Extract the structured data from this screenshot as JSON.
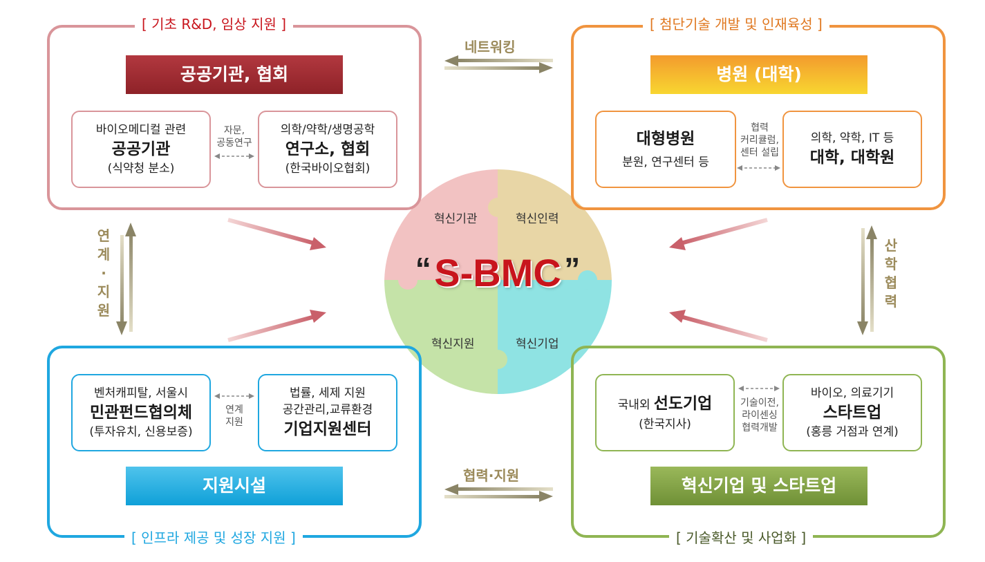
{
  "center": {
    "title": "S-BMC",
    "open_quote": "“",
    "close_quote": "”",
    "quadrants": [
      "혁신기관",
      "혁신인력",
      "혁신지원",
      "혁신기업"
    ],
    "colors": [
      "#f2c2c2",
      "#e8d6a6",
      "#c5e3a8",
      "#8fe3e3"
    ]
  },
  "panels": {
    "top_left": {
      "title": "[  기초 R&D, 임상 지원  ]",
      "header": "공공기관, 협회",
      "card1": {
        "line1": "바이오메디컬 관련",
        "bold": "공공기관",
        "line2": "(식약청 분소)"
      },
      "link": [
        "자문,",
        "공동연구"
      ],
      "card2": {
        "line1": "의학/약학/생명공학",
        "bold": "연구소, 협회",
        "line2": "(한국바이오협회)"
      },
      "color": "#d9959a"
    },
    "top_right": {
      "title": "[  첨단기술 개발 및 인재육성  ]",
      "header": "병원 (대학)",
      "card1": {
        "bold": "대형병원",
        "line2": "분원, 연구센터 등"
      },
      "link": [
        "협력",
        "커리큘럼,",
        "센터 설립"
      ],
      "card2": {
        "line1": "의학, 약학, IT 등",
        "bold": "대학, 대학원"
      },
      "color": "#f0943f"
    },
    "bottom_left": {
      "title": "[  인프라 제공 및 성장 지원  ]",
      "header": "지원시설",
      "card1": {
        "line1": "벤처캐피탈, 서울시",
        "bold": "민관펀드협의체",
        "line2": "(투자유치, 신용보증)"
      },
      "link": [
        "연계",
        "지원"
      ],
      "card2": {
        "line1": "법률, 세제 지원",
        "line1b": "공간관리,교류환경",
        "bold": "기업지원센터"
      },
      "color": "#1fa7e0"
    },
    "bottom_right": {
      "title": "[  기술확산 및 사업화  ]",
      "header": "혁신기업 및 스타트업",
      "card1": {
        "prefix": "국내외",
        "bold": "선도기업",
        "line2": "(한국지사)"
      },
      "link": [
        "기술이전,",
        "라이센싱",
        "협력개발"
      ],
      "card2": {
        "line1": "바이오, 의료기기",
        "bold": "스타트업",
        "line2": "(홍릉 거점과 연계)"
      },
      "color": "#8fb553"
    }
  },
  "connectors": {
    "top": "네트워킹",
    "bottom": "협력·지원",
    "left": [
      "연",
      "계",
      "·",
      "지",
      "원"
    ],
    "right": [
      "산",
      "학",
      "협",
      "력"
    ]
  }
}
